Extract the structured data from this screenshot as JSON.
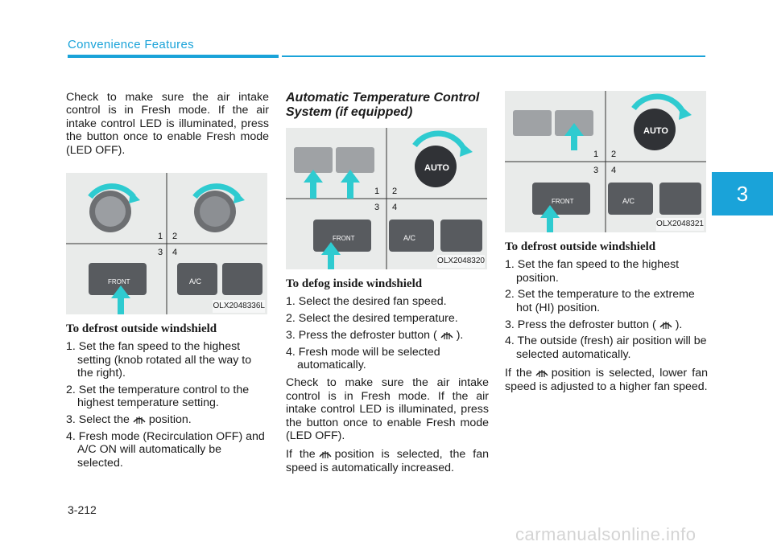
{
  "header": {
    "section_title": "Convenience Features",
    "chapter": "3"
  },
  "col1": {
    "intro": "Check to make sure the air intake control is in Fresh mode.  If the air intake control LED is illuminated, press the button once to enable Fresh mode (LED OFF).",
    "figure_code": "OLX2048336L",
    "heading": "To defrost outside windshield",
    "steps": [
      "1. Set the fan speed to the highest setting (knob rotated all the way to the right).",
      "2. Set the temperature control to the highest temperature setting.",
      "3. Select the",
      "position.",
      "4. Fresh mode (Recirculation OFF) and A/C ON will automatically be selected."
    ]
  },
  "col2": {
    "title": "Automatic Temperature Control System (if equipped)",
    "figure_code": "OLX2048320",
    "heading": "To defog inside windshield",
    "steps": [
      "1. Select the desired fan speed.",
      "2. Select the desired temperature.",
      "3. Press the defroster button (",
      ").",
      "4. Fresh mode will be selected automatically."
    ],
    "para1": "Check to make sure the air intake control is in Fresh mode. If the air intake control LED is illuminated, press the button once to enable Fresh mode (LED OFF).",
    "para2_a": "If the",
    "para2_b": "position is selected, the fan speed is automatically increased."
  },
  "col3": {
    "figure_code": "OLX2048321",
    "heading": "To defrost outside windshield",
    "steps": [
      "1. Set the fan speed to the highest position.",
      "2. Set the temperature to the extreme hot (HI) position.",
      "3. Press the defroster button (",
      ").",
      "4. The outside (fresh) air position will be selected automatically."
    ],
    "para_a": "If the",
    "para_b": "position is selected, lower fan speed is adjusted to a higher fan speed."
  },
  "figure_labels": {
    "n1": "1",
    "n2": "2",
    "n3": "3",
    "n4": "4",
    "front": "FRONT",
    "ac": "A/C",
    "auto": "AUTO"
  },
  "page_number": "3-212",
  "footer_url": "carmanualsonline.info",
  "colors": {
    "accent": "#1aa3d9",
    "arrow": "#2ecbd0"
  },
  "icons": [
    "defrost-icon",
    "arrow-up-icon",
    "rotate-arrow-icon"
  ]
}
